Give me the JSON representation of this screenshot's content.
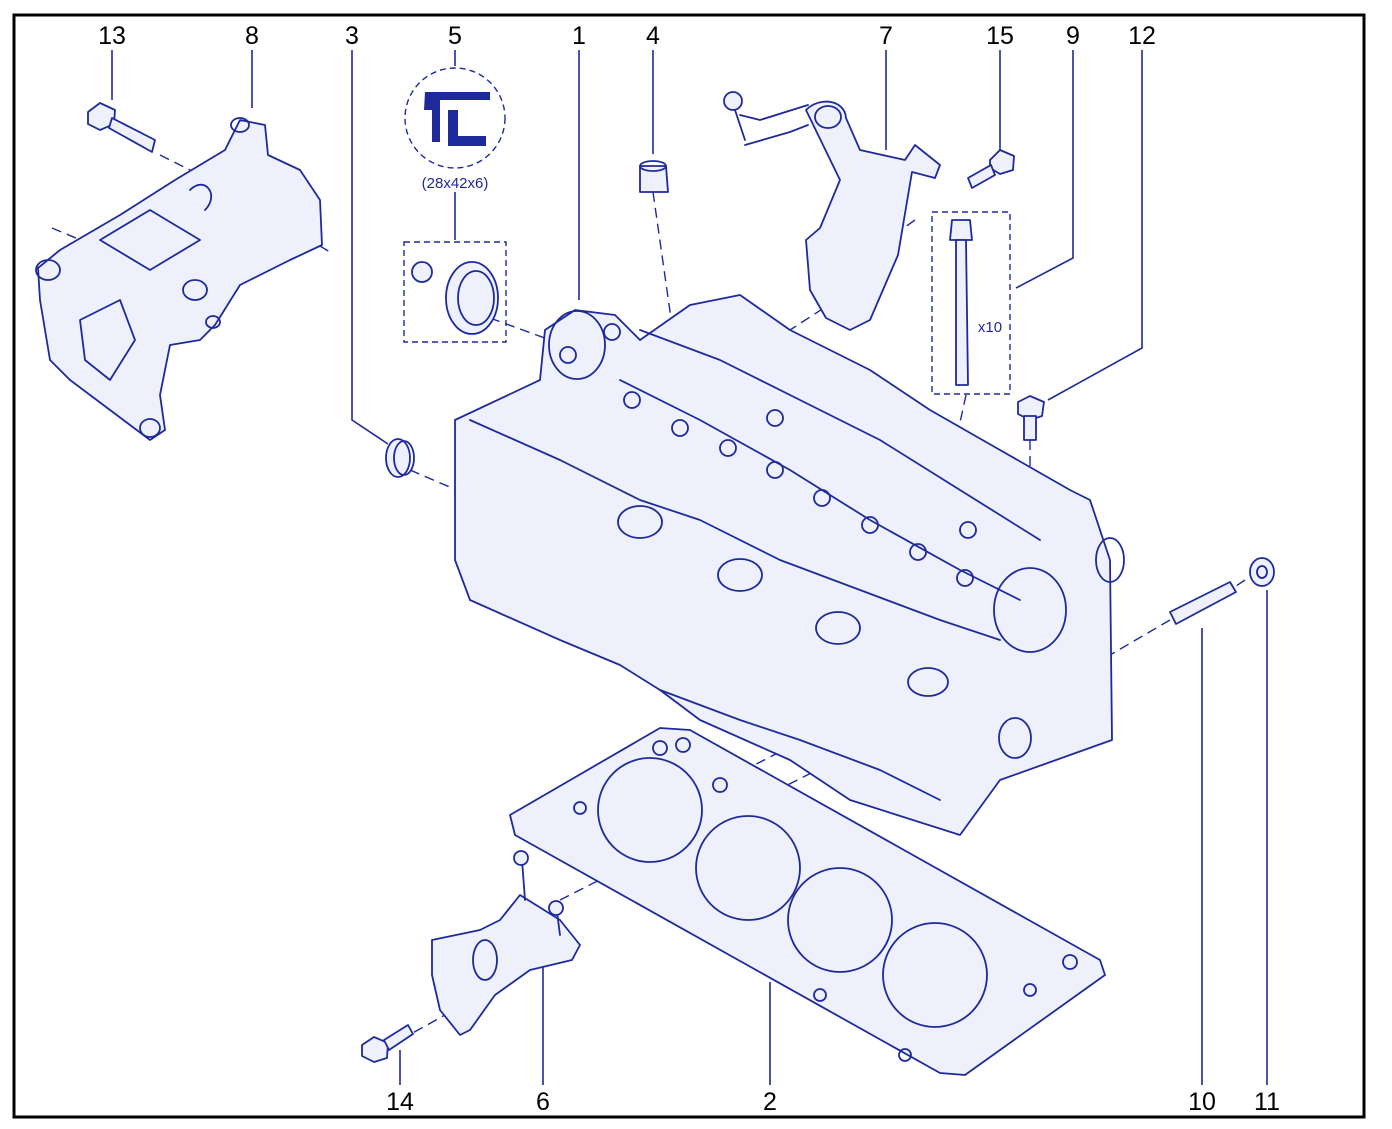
{
  "diagram": {
    "callouts": [
      {
        "id": "13",
        "text": "13"
      },
      {
        "id": "8",
        "text": "8"
      },
      {
        "id": "3",
        "text": "3"
      },
      {
        "id": "5",
        "text": "5"
      },
      {
        "id": "1",
        "text": "1"
      },
      {
        "id": "4",
        "text": "4"
      },
      {
        "id": "7",
        "text": "7"
      },
      {
        "id": "15",
        "text": "15"
      },
      {
        "id": "9",
        "text": "9"
      },
      {
        "id": "12",
        "text": "12"
      },
      {
        "id": "14",
        "text": "14"
      },
      {
        "id": "6",
        "text": "6"
      },
      {
        "id": "2",
        "text": "2"
      },
      {
        "id": "10",
        "text": "10"
      },
      {
        "id": "11",
        "text": "11"
      }
    ],
    "seal_dimension": "(28x42x6)",
    "bolt_quantity": "x10"
  },
  "colors": {
    "line": "#1e2a9c",
    "fill": "#eef1fb",
    "frame": "#000000"
  }
}
